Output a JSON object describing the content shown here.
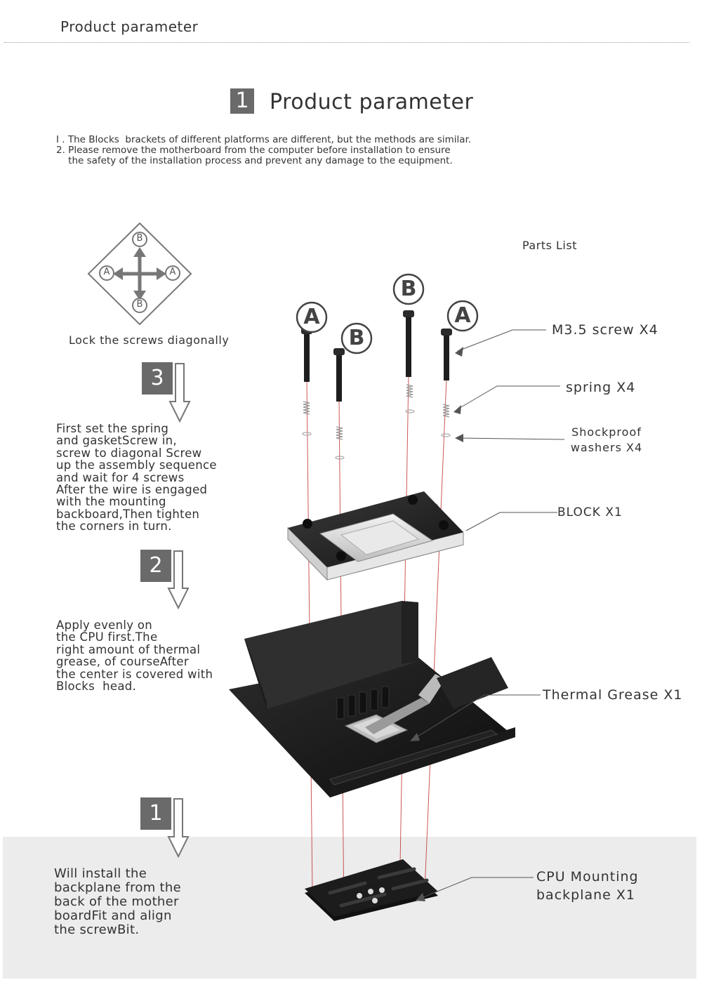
{
  "header": {
    "title": "Product parameter"
  },
  "section": {
    "number": "1",
    "title": "Product parameter"
  },
  "notes": [
    "I . The Blocks  brackets of different platforms are different, but the methods are similar.",
    "2. Please remove the motherboard from the computer before installation to ensure",
    "    the safety of the installation process and prevent any damage to the equipment."
  ],
  "lock_diagram": {
    "caption": "Lock the screws diagonally",
    "top_letter": "B",
    "bottom_letter": "B",
    "left_letter": "A",
    "right_letter": "A"
  },
  "parts_list": {
    "label": "Parts List",
    "items": [
      "M3.5 screw X4",
      "spring X4",
      "Shockproof\nwashers X4",
      "BLOCK X1",
      "Thermal Grease  X1",
      "CPU Mounting\nbackplane X1"
    ]
  },
  "screw_letters": [
    "A",
    "B",
    "B",
    "A"
  ],
  "steps": [
    {
      "number": "3",
      "text": "First set the spring\nand gasketScrew in,\nscrew to diagonal Screw\nup the assembly sequence\nand wait for 4 screws\nAfter the wire is engaged\nwith the mounting\nbackboard,Then tighten\nthe corners in turn."
    },
    {
      "number": "2",
      "text": "Apply evenly on\nthe CPU first.The\nright amount of thermal\ngrease, of courseAfter\nthe center is covered with\nBlocks  head."
    },
    {
      "number": "1",
      "text": "Will install the\nbackplane from the\nback of the mother\nboardFit and align\nthe screwBit."
    }
  ]
}
